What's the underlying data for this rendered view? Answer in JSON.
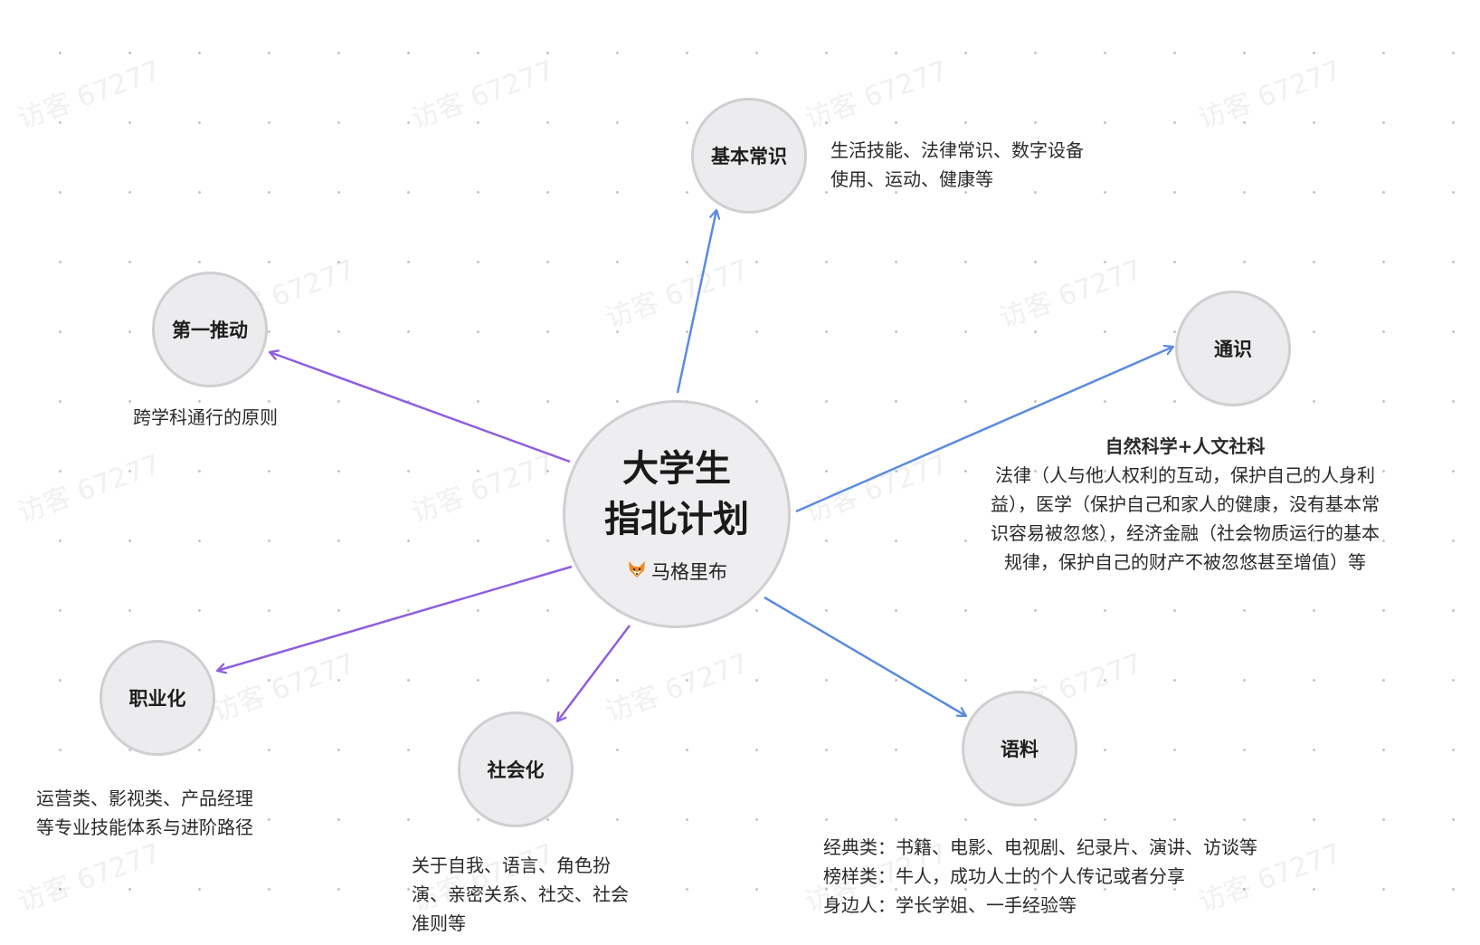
{
  "watermark": "访客 67277",
  "center": {
    "title_line1": "大学生",
    "title_line2": "指北计划",
    "author_icon": "fox-emoji",
    "author": "马格里布"
  },
  "nodes": {
    "basic": {
      "label": "基本常识",
      "desc_line1": "生活技能、法律常识、数字设备",
      "desc_line2": "使用、运动、健康等"
    },
    "first": {
      "label": "第一推动",
      "desc": "跨学科通行的原则"
    },
    "general": {
      "label": "通识",
      "desc_title": "自然科学+人文社科",
      "desc_lines": [
        "法律（人与他人权利的互动，保护自己的人身利",
        "益），医学（保护自己和家人的健康，没有基本常",
        "识容易被忽悠），经济金融（社会物质运行的基本",
        "规律，保护自己的财产不被忽悠甚至增值）等"
      ]
    },
    "career": {
      "label": "职业化",
      "desc_line1": "运营类、影视类、产品经理",
      "desc_line2": "等专业技能体系与进阶路径"
    },
    "social": {
      "label": "社会化",
      "desc_line1": "关于自我、语言、角色扮",
      "desc_line2": "演、亲密关系、社交、社会",
      "desc_line3": "准则等"
    },
    "corpus": {
      "label": "语料",
      "desc_line1": "经典类：书籍、电影、电视剧、纪录片、演讲、访谈等",
      "desc_line2": "榜样类：牛人，成功人士的个人传记或者分享",
      "desc_line3": "身边人：学长学姐、一手经验等"
    }
  },
  "colors": {
    "blue_arrow": "#5b8be0",
    "purple_arrow": "#8f5ee0",
    "node_fill": "#ececee",
    "node_border": "#cfcfd2"
  }
}
